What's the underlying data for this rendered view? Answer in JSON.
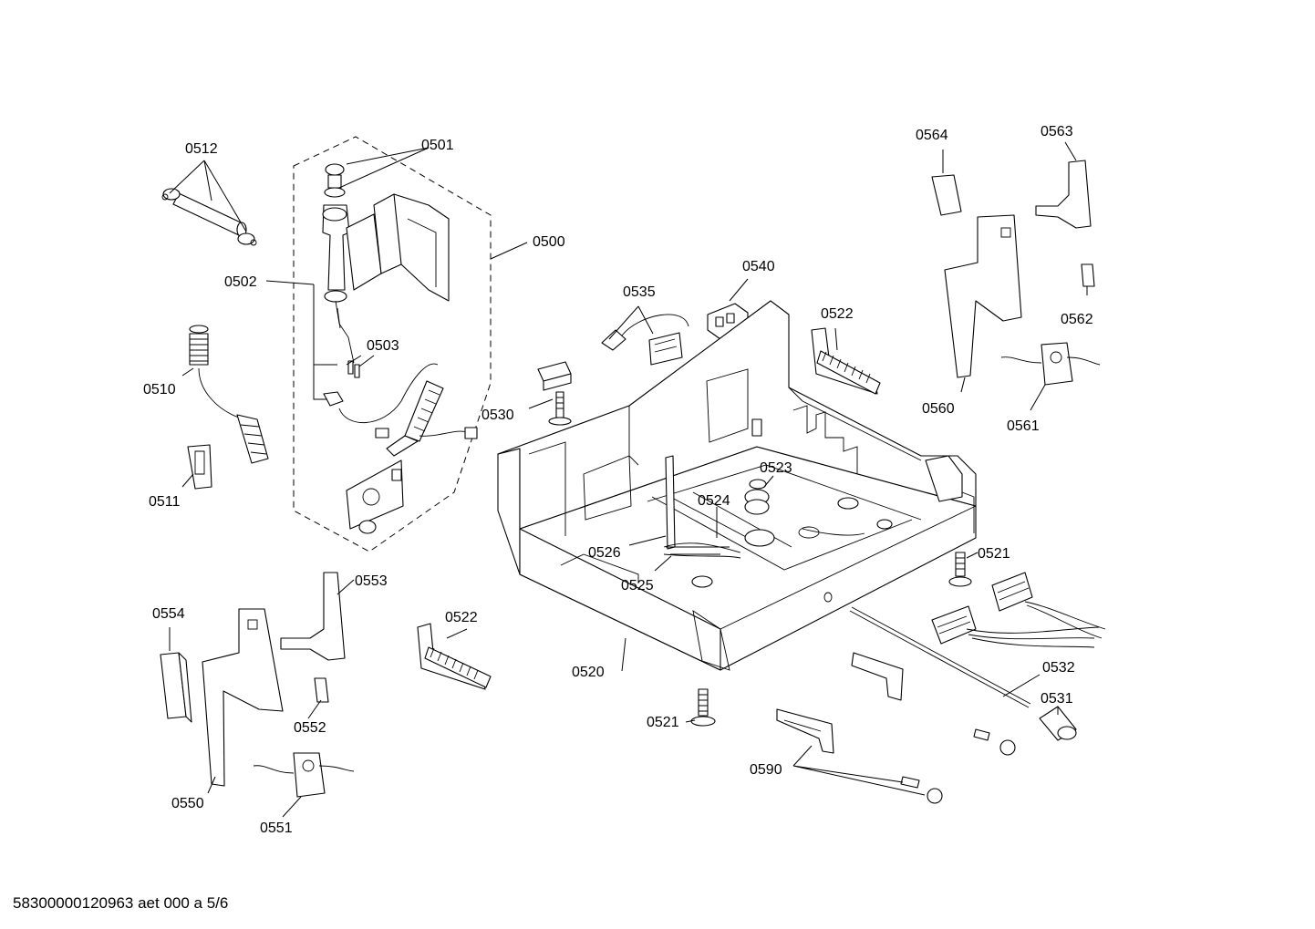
{
  "labels": {
    "p0500": "0500",
    "p0501": "0501",
    "p0502": "0502",
    "p0503": "0503",
    "p0510": "0510",
    "p0511": "0511",
    "p0512": "0512",
    "p0520": "0520",
    "p0521_a": "0521",
    "p0521_b": "0521",
    "p0522_a": "0522",
    "p0522_b": "0522",
    "p0523": "0523",
    "p0524": "0524",
    "p0525": "0525",
    "p0526": "0526",
    "p0530": "0530",
    "p0531": "0531",
    "p0532": "0532",
    "p0535": "0535",
    "p0540": "0540",
    "p0550": "0550",
    "p0551": "0551",
    "p0552": "0552",
    "p0553": "0553",
    "p0554": "0554",
    "p0560": "0560",
    "p0561": "0561",
    "p0562": "0562",
    "p0563": "0563",
    "p0564": "0564",
    "p0590": "0590"
  },
  "footer": {
    "text": "58300000120963 aet 000 a 5/6"
  }
}
